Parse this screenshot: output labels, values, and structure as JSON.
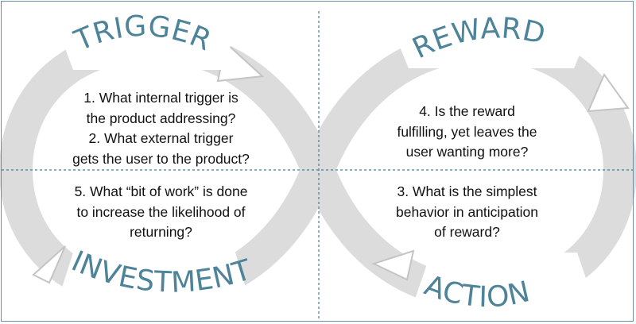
{
  "stages": {
    "trigger": {
      "title": "TRIGGER",
      "questions": [
        "1. What internal trigger is",
        "the product addressing?",
        "2. What external trigger",
        "gets the user to the product?"
      ]
    },
    "reward": {
      "title": "REWARD",
      "questions": [
        "4. Is the reward",
        "fulfilling, yet leaves the",
        "user wanting more?"
      ]
    },
    "action": {
      "title": "ACTION",
      "questions": [
        "3. What is the simplest",
        "behavior in anticipation",
        "of reward?"
      ]
    },
    "investment": {
      "title": "INVESTMENT",
      "questions": [
        "5. What “bit of work” is done",
        "to increase the likelihood of",
        "returning?"
      ]
    }
  },
  "colors": {
    "loop": "#dcdcdc",
    "title": "#4d8499",
    "divider": "#4b7a8f",
    "text": "#111111"
  }
}
